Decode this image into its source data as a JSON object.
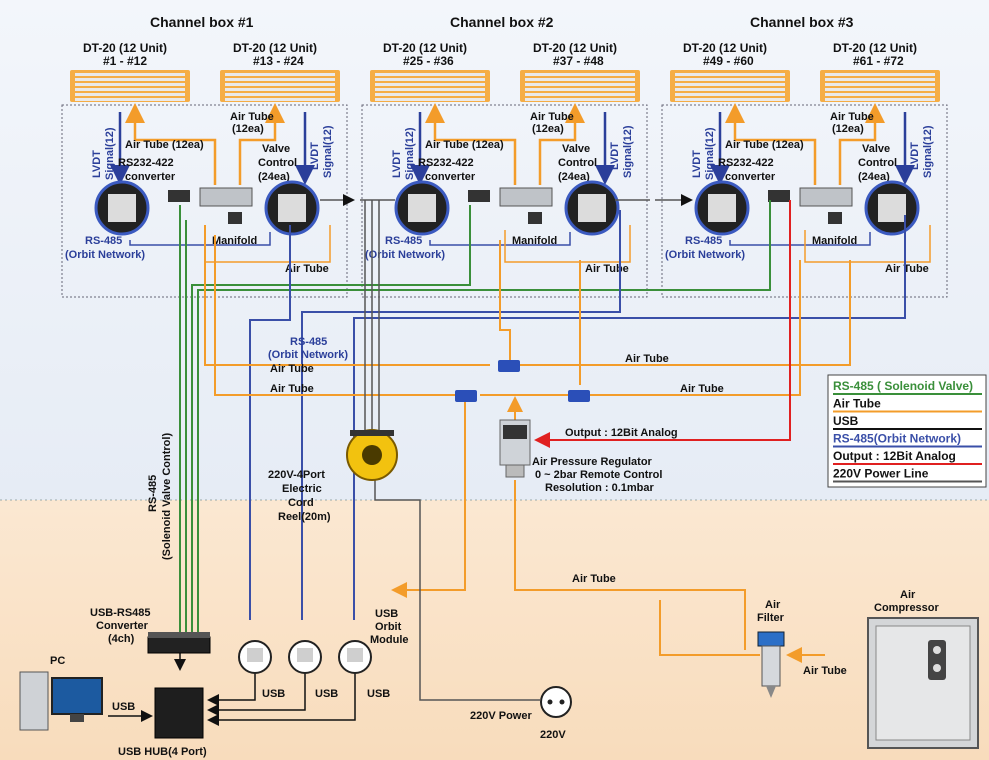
{
  "channel_boxes": [
    {
      "title": "Channel box #1",
      "units": [
        {
          "label": "DT-20 (12 Unit)",
          "range": "#1 - #12"
        },
        {
          "label": "DT-20 (12 Unit)",
          "range": "#13 - #24"
        }
      ]
    },
    {
      "title": "Channel box #2",
      "units": [
        {
          "label": "DT-20 (12 Unit)",
          "range": "#25 - #36"
        },
        {
          "label": "DT-20 (12 Unit)",
          "range": "#37 - #48"
        }
      ]
    },
    {
      "title": "Channel box #3",
      "units": [
        {
          "label": "DT-20 (12 Unit)",
          "range": "#49 - #60"
        },
        {
          "label": "DT-20 (12 Unit)",
          "range": "#61 - #72"
        }
      ]
    }
  ],
  "inner": {
    "lvdt_left": "LVDT Signal(12)",
    "lvdt_right": "LVDT Signal(12)",
    "air_tube_12ea": "Air Tube (12ea)",
    "air_tube_12ea_r": "Air Tube",
    "air_tube_12ea_r2": "(12ea)",
    "converter_1": "RS232-422",
    "converter_2": "converter",
    "valve_1": "Valve",
    "valve_2": "Control",
    "valve_3": "(24ea)",
    "manifold": "Manifold",
    "rs485": "RS-485",
    "orbit_network": "(Orbit Network)",
    "air_tube": "Air Tube"
  },
  "middle": {
    "rs485_label": "RS-485",
    "rs485_sub": "(Orbit Network)",
    "air_tube_1": "Air Tube",
    "air_tube_2": "Air Tube",
    "air_tube_3": "Air Tube",
    "air_tube_4": "Air Tube",
    "output": "Output : 12Bit Analog",
    "regulator_1": "Air Pressure Regulator",
    "regulator_2": "0 ~ 2bar Remote Control",
    "regulator_3": "Resolution : 0.1mbar",
    "reel_1": "220V-4Port",
    "reel_2": "Electric",
    "reel_3": "Cord",
    "reel_4": "Reel(20m)",
    "rs485_vertical_1": "RS-485",
    "rs485_vertical_2": "(Solenoid Valve Control)"
  },
  "legend": [
    {
      "label": "RS-485 ( Solenoid Valve)",
      "color": "#3a8f3a"
    },
    {
      "label": "Air Tube",
      "color": "#f39c2a"
    },
    {
      "label": "USB",
      "color": "#111111"
    },
    {
      "label": "RS-485(Orbit Network)",
      "color": "#3a4fa8"
    },
    {
      "label": "Output : 12Bit Analog",
      "color": "#e02020"
    },
    {
      "label": "220V Power Line",
      "color": "#555555"
    }
  ],
  "bottom": {
    "converter_1": "USB-RS485",
    "converter_2": "Converter",
    "converter_3": "(4ch)",
    "pc": "PC",
    "usb": "USB",
    "hub": "USB HUB(4 Port)",
    "orbit_1": "USB",
    "orbit_2": "Orbit",
    "orbit_3": "Module",
    "power": "220V Power",
    "outlet": "220V",
    "air_tube": "Air Tube",
    "air_tube_2": "Air Tube",
    "filter_1": "Air",
    "filter_2": "Filter",
    "compressor_1": "Air",
    "compressor_2": "Compressor"
  },
  "colors": {
    "green": "#3a8f3a",
    "orange": "#f39c2a",
    "blue": "#3a4fa8",
    "red": "#e02020",
    "gray": "#555555",
    "black": "#111111"
  }
}
